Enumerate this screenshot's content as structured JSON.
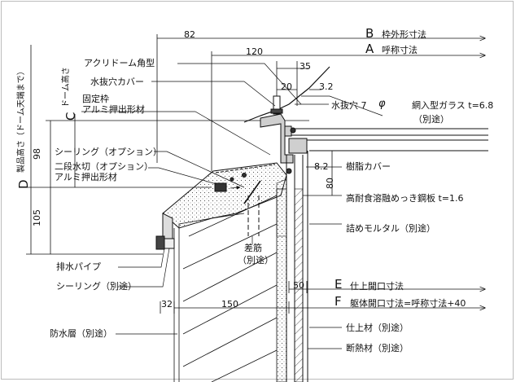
{
  "dims": {
    "top_82": "82",
    "top_120": "120",
    "d_35": "35",
    "d_20": "20",
    "d_3_2": "3.2",
    "d_8_2": "8.2",
    "d_80": "80",
    "d_98": "98",
    "d_105": "105",
    "d_50": "50",
    "d_32": "32",
    "d_150": "150"
  },
  "right_dims": {
    "b_letter": "B",
    "b_label": "枠外形寸法",
    "a_letter": "A",
    "a_label": "呼称寸法",
    "e_letter": "E",
    "e_label": "仕上開口寸法",
    "f_letter": "F",
    "f_label": "躯体開口寸法=呼称寸法+40"
  },
  "vertical_dims": {
    "c_letter": "C",
    "c_label": "ドーム高さ",
    "d_letter": "D",
    "d_label": "製品高さ（ドーム天端まで）"
  },
  "labels": {
    "acrylic_dome": "アクリドーム角型",
    "drain_cover": "水抜穴カバー",
    "fixed_frame_1": "固定枠",
    "fixed_frame_2": "アルミ押出形材",
    "drain_hole": "水抜穴 7",
    "phi": "φ",
    "wire_glass_1": "網入型ガラス t=6.8",
    "wire_glass_2": "（別途）",
    "sealing_opt": "シーリング（オプション）",
    "water_cut_1": "二段水切（オプション）",
    "water_cut_2": "アルミ押出形材",
    "resin_cover": "樹脂カバー",
    "steel_plate": "高耐食溶融めっき鋼板 t=1.6",
    "mortar": "詰めモルタル（別途）",
    "rebar_1": "差筋",
    "rebar_2": "（別途）",
    "drain_pipe": "排水パイプ",
    "sealing_sep": "シーリング（別途）",
    "waterproof": "防水層（別途）",
    "finish": "仕上材（別途）",
    "insulation": "断熱材（別途）"
  }
}
